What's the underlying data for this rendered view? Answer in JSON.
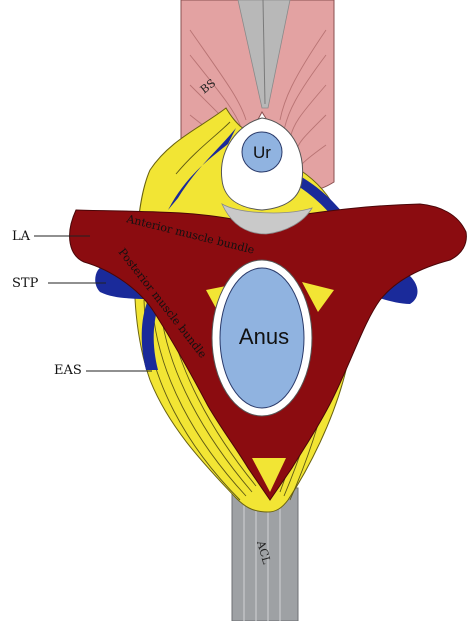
{
  "labels": {
    "bs": "BS",
    "ur": "Ur",
    "la": "LA",
    "stp": "STP",
    "eas": "EAS",
    "anus": "Anus",
    "acl": "ACL",
    "anterior_bundle": "Anterior muscle bundle",
    "posterior_bundle": "Posterior muscle bundle"
  },
  "colors": {
    "bulbospongiosus": "#e3a2a2",
    "bulbospongiosus_lines": "#b97474",
    "levator_ani": "#8b0c10",
    "sphincter": "#f2e534",
    "transverse": "#1a2a9a",
    "anococcygeal": "#9ea1a4",
    "organ": "#90b3e0",
    "organ_outline": "#2a3a6a"
  }
}
